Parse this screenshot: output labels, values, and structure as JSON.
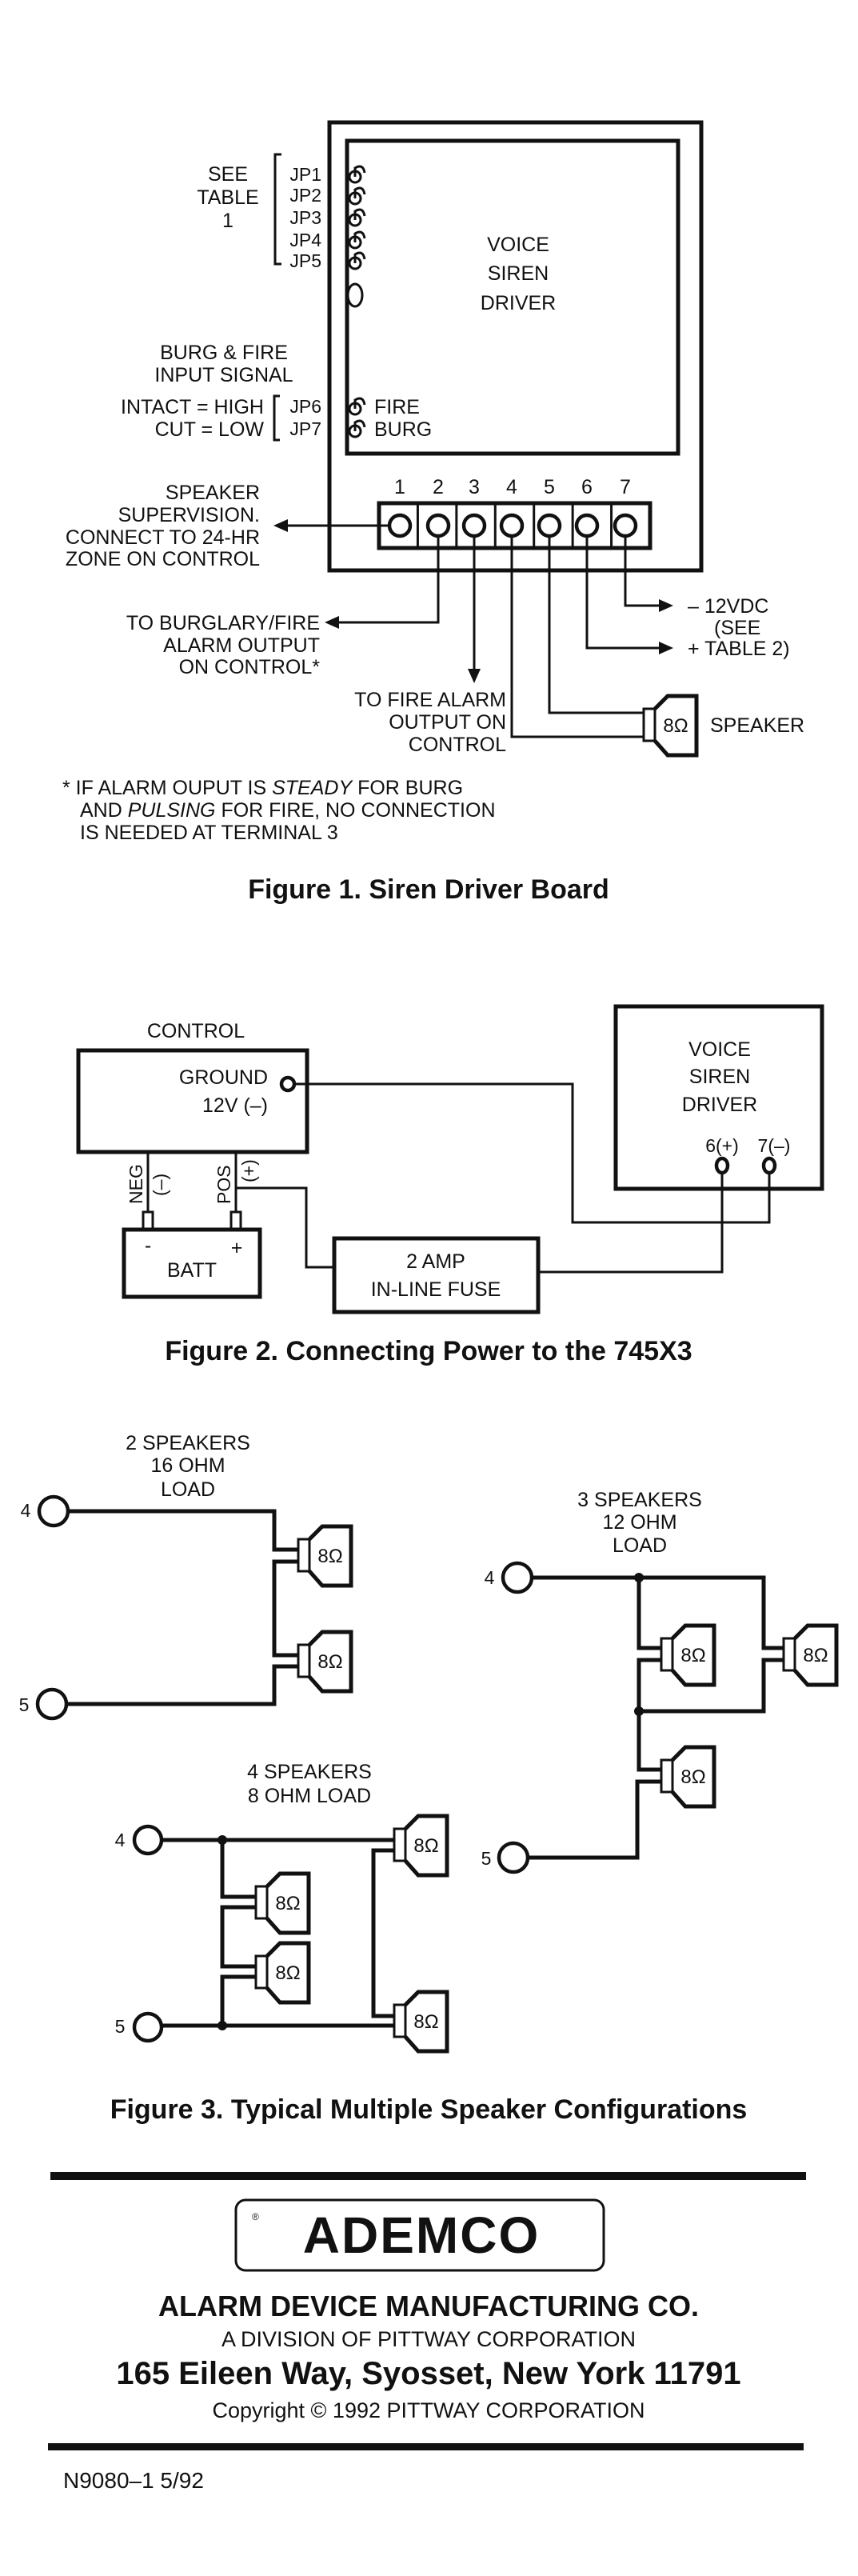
{
  "figure1": {
    "caption": "Figure 1.  Siren Driver Board",
    "board_label": [
      "VOICE",
      "SIREN",
      "DRIVER"
    ],
    "see_table": [
      "SEE",
      "TABLE",
      "1"
    ],
    "jumpers_table": [
      "JP1",
      "JP2",
      "JP3",
      "JP4",
      "JP5"
    ],
    "input_signal_title": [
      "BURG & FIRE",
      "INPUT SIGNAL"
    ],
    "intact_label": "INTACT = HIGH",
    "cut_label": "CUT = LOW",
    "jp6": "JP6",
    "jp7": "JP7",
    "fire_label": "FIRE",
    "burg_label": "BURG",
    "terminals": [
      "1",
      "2",
      "3",
      "4",
      "5",
      "6",
      "7"
    ],
    "supervision_note": [
      "SPEAKER",
      "SUPERVISION.",
      "CONNECT TO 24-HR",
      "ZONE ON CONTROL"
    ],
    "burg_fire_output": [
      "TO BURGLARY/FIRE",
      "ALARM OUTPUT",
      "ON CONTROL*"
    ],
    "fire_alarm_output": [
      "TO FIRE ALARM",
      "OUTPUT ON",
      "CONTROL"
    ],
    "power_minus": "–  12VDC",
    "power_see": "(SEE",
    "power_plus": "+  TABLE 2)",
    "speaker_ohm": "8Ω",
    "speaker_label": "SPEAKER",
    "footnote": {
      "line1_a": "* IF ALARM OUPUT IS ",
      "line1_b": "STEADY",
      "line1_c": " FOR BURG",
      "line2_a": "AND ",
      "line2_b": "PULSING",
      "line2_c": " FOR FIRE, NO CONNECTION",
      "line3": "IS NEEDED AT TERMINAL 3"
    }
  },
  "figure2": {
    "caption": "Figure 2.  Connecting Power to the 745X3",
    "control_title": "CONTROL",
    "ground": "GROUND",
    "ground_v": "12V (–)",
    "neg": "NEG",
    "neg_sign": "(–)",
    "pos": "POS",
    "pos_sign": "(+)",
    "batt": "BATT",
    "batt_minus": "-",
    "batt_plus": "+",
    "fuse": [
      "2 AMP",
      "IN-LINE FUSE"
    ],
    "driver": [
      "VOICE",
      "SIREN",
      "DRIVER"
    ],
    "term6": "6(+)",
    "term7": "7(–)"
  },
  "figure3": {
    "caption": "Figure 3.  Typical Multiple Speaker Configurations",
    "config2": {
      "title": [
        "2 SPEAKERS",
        "16 OHM",
        "LOAD"
      ],
      "t4": "4",
      "t5": "5"
    },
    "config3": {
      "title": [
        "3 SPEAKERS",
        "12 OHM",
        "LOAD"
      ],
      "t4": "4",
      "t5": "5"
    },
    "config4": {
      "title": [
        "4 SPEAKERS",
        "8 OHM LOAD"
      ],
      "t4": "4",
      "t5": "5"
    },
    "speaker_ohm": "8Ω"
  },
  "footer": {
    "logo": "ADEMCO",
    "logo_reg": "®",
    "company": "ALARM DEVICE MANUFACTURING CO.",
    "division": "A DIVISION OF PITTWAY CORPORATION",
    "address": "165 Eileen Way, Syosset, New York 11791",
    "copyright": "Copyright © 1992 PITTWAY CORPORATION",
    "doc_number": "N9080–1  5/92"
  }
}
